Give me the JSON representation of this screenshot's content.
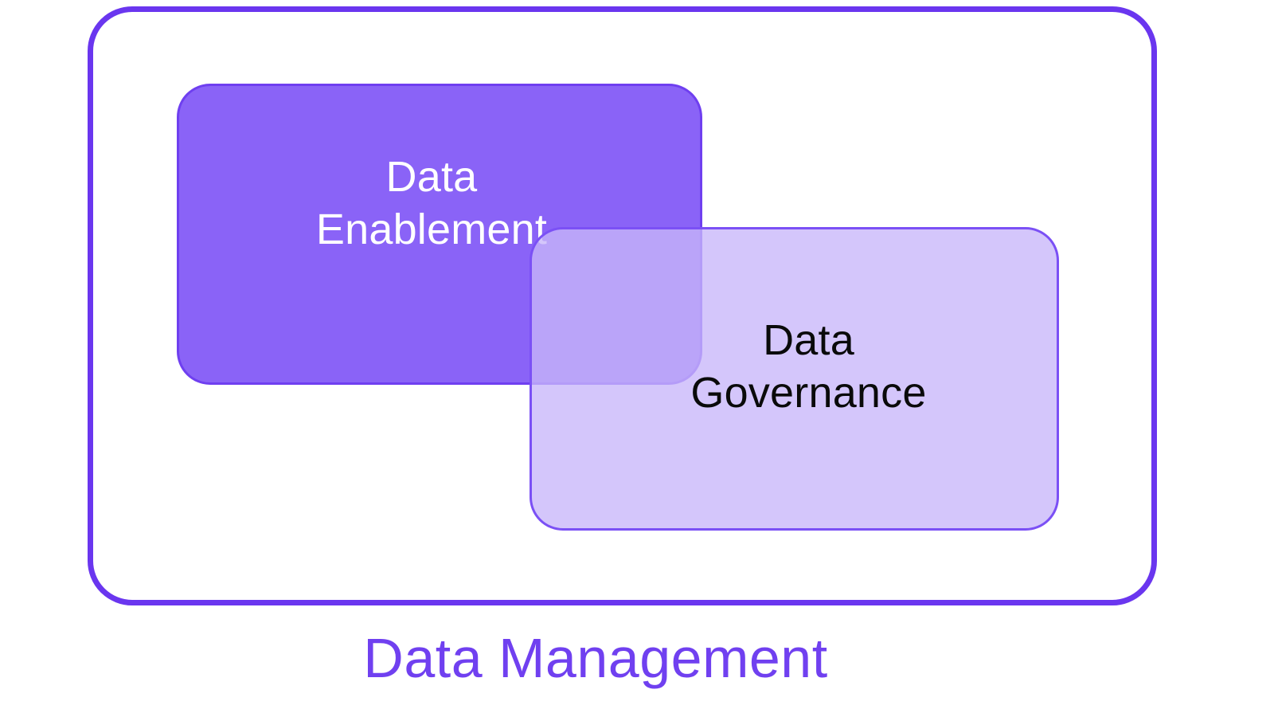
{
  "diagram": {
    "type": "venn-overlap",
    "title": "Data Management",
    "background_color": "#FFFFFF",
    "container": {
      "label": "Data Management",
      "border_color": "#6A36EF",
      "fill_color": "none"
    },
    "sets": [
      {
        "id": "data-enablement",
        "label": "Data\nEnablement",
        "label_line1": "Data",
        "label_line2": "Enablement",
        "fill_color": "#8A63F7",
        "border_color": "#6F3FF0",
        "text_color": "#FFFFFF"
      },
      {
        "id": "data-governance",
        "label": "Data\nGovernance",
        "label_line1": "Data",
        "label_line2": "Governance",
        "fill_color": "#DED3FB",
        "border_color": "#7B50F5",
        "text_color": "#0A0A0A"
      }
    ],
    "overlap": {
      "label": "",
      "fill_color": "#A585FC"
    },
    "caption": {
      "text": "Data Management",
      "color": "#7040F0"
    }
  }
}
